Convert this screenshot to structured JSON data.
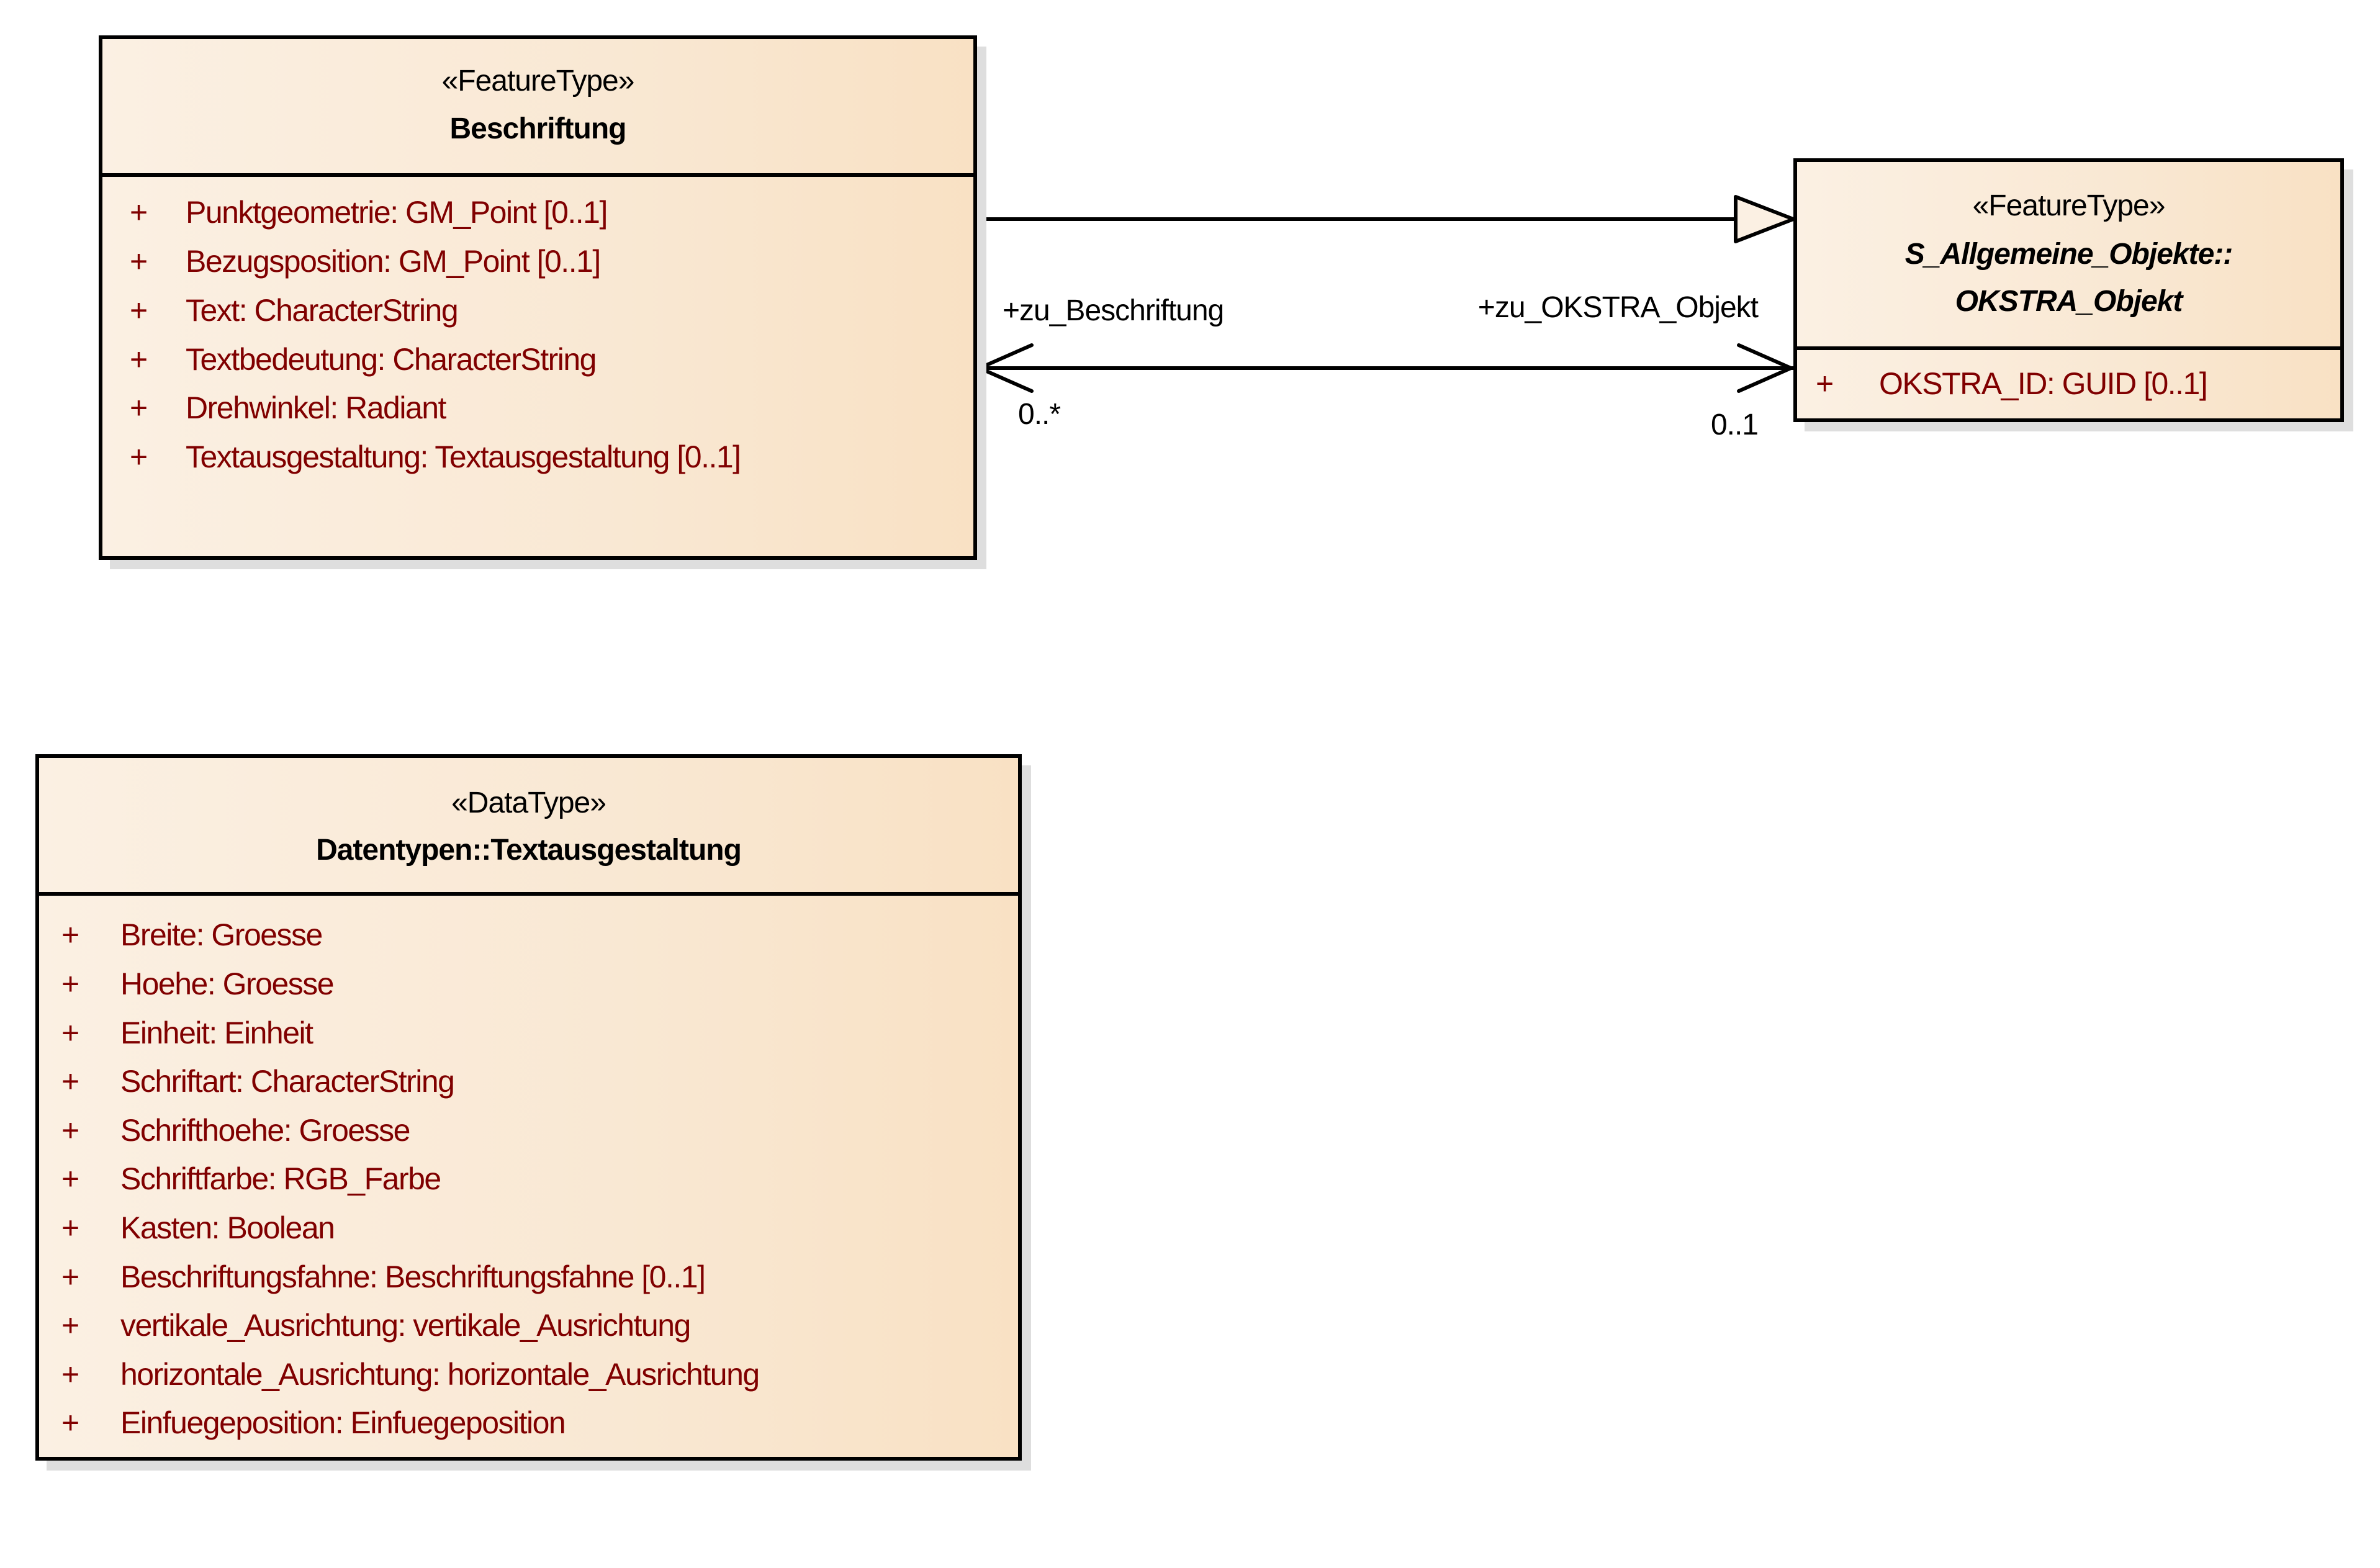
{
  "diagram": {
    "type": "UML class diagram",
    "classes": {
      "beschriftung": {
        "stereotype": "«FeatureType»",
        "name": "Beschriftung",
        "abstract": false,
        "attributes": [
          {
            "visibility": "+",
            "text": "Punktgeometrie: GM_Point [0..1]"
          },
          {
            "visibility": "+",
            "text": "Bezugsposition: GM_Point [0..1]"
          },
          {
            "visibility": "+",
            "text": "Text: CharacterString"
          },
          {
            "visibility": "+",
            "text": "Textbedeutung: CharacterString"
          },
          {
            "visibility": "+",
            "text": "Drehwinkel: Radiant"
          },
          {
            "visibility": "+",
            "text": "Textausgestaltung: Textausgestaltung [0..1]"
          }
        ]
      },
      "okstra_objekt": {
        "stereotype": "«FeatureType»",
        "name_line1": "S_Allgemeine_Objekte::",
        "name_line2": "OKSTRA_Objekt",
        "abstract": true,
        "attributes": [
          {
            "visibility": "+",
            "text": "OKSTRA_ID: GUID [0..1]"
          }
        ]
      },
      "textausgestaltung": {
        "stereotype": "«DataType»",
        "name": "Datentypen::Textausgestaltung",
        "abstract": false,
        "attributes": [
          {
            "visibility": "+",
            "text": "Breite: Groesse"
          },
          {
            "visibility": "+",
            "text": "Hoehe: Groesse"
          },
          {
            "visibility": "+",
            "text": "Einheit: Einheit"
          },
          {
            "visibility": "+",
            "text": "Schriftart: CharacterString"
          },
          {
            "visibility": "+",
            "text": "Schrifthoehe: Groesse"
          },
          {
            "visibility": "+",
            "text": "Schriftfarbe: RGB_Farbe"
          },
          {
            "visibility": "+",
            "text": "Kasten: Boolean"
          },
          {
            "visibility": "+",
            "text": "Beschriftungsfahne: Beschriftungsfahne [0..1]"
          },
          {
            "visibility": "+",
            "text": "vertikale_Ausrichtung: vertikale_Ausrichtung"
          },
          {
            "visibility": "+",
            "text": "horizontale_Ausrichtung: horizontale_Ausrichtung"
          },
          {
            "visibility": "+",
            "text": "Einfuegeposition: Einfuegeposition"
          }
        ]
      }
    },
    "relations": {
      "generalization": {
        "from": "Beschriftung",
        "to": "S_Allgemeine_Objekte::OKSTRA_Objekt"
      },
      "association": {
        "end_source_role": "+zu_Beschriftung",
        "end_source_multiplicity": "0..*",
        "end_target_role": "+zu_OKSTRA_Objekt",
        "end_target_multiplicity": "0..1"
      }
    },
    "colors": {
      "attribute_text": "#800000",
      "fill_left": "#fbf0e3",
      "fill_right": "#f9e1c4",
      "shadow": "#dedede",
      "border": "#000000"
    }
  }
}
